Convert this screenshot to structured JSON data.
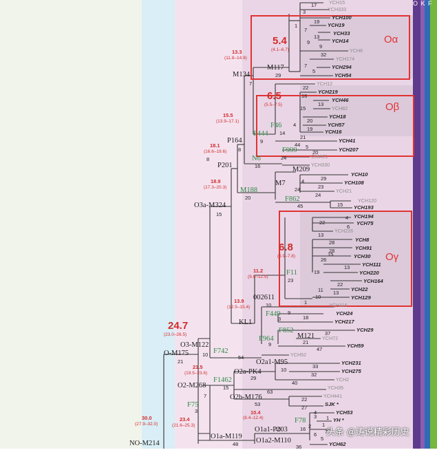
{
  "colors": {
    "page_bg": "#f1f4eb",
    "col_blue": "#d9eef6",
    "col_pink": "#f4e3ef",
    "col_mauve": "#ead5e6",
    "highlight_bg": "#dccadb",
    "line": "#333333",
    "red": "#d22b2b",
    "green": "#2d8a46",
    "stripe_dark_purple": "#5e3a8c",
    "stripe_purple": "#8a5db3",
    "stripe_blue": "#2f6cb5",
    "stripe_green": "#74b83c"
  },
  "top_right_labels": "O K F",
  "highlight_boxes": [
    {
      "label": "Oα",
      "age": "5.4",
      "ci": "(4.1–6.7)"
    },
    {
      "label": "Oβ",
      "age": "6.5",
      "ci": "(5.5–7.5)"
    },
    {
      "label": "Oγ",
      "age": "6.8",
      "ci": "(5.9–7.8)"
    }
  ],
  "nodes": [
    {
      "label": "M117",
      "kind": "black"
    },
    {
      "label": "M134",
      "kind": "black"
    },
    {
      "label": "F444",
      "kind": "green"
    },
    {
      "label": "F46",
      "kind": "green"
    },
    {
      "label": "P164",
      "kind": "black"
    },
    {
      "label": "N6",
      "kind": "green"
    },
    {
      "label": "F999",
      "kind": "green"
    },
    {
      "label": "P201",
      "kind": "black"
    },
    {
      "label": "M209",
      "kind": "black"
    },
    {
      "label": "M7",
      "kind": "black"
    },
    {
      "label": "M188",
      "kind": "green"
    },
    {
      "label": "F862",
      "kind": "green"
    },
    {
      "label": "O3a-M324",
      "kind": "black"
    },
    {
      "label": "F11",
      "kind": "green"
    },
    {
      "label": "002611",
      "kind": "black"
    },
    {
      "label": "F449",
      "kind": "green"
    },
    {
      "label": "KL1",
      "kind": "black"
    },
    {
      "label": "F852",
      "kind": "green"
    },
    {
      "label": "M121",
      "kind": "black"
    },
    {
      "label": "F964",
      "kind": "green"
    },
    {
      "label": "O3-M122",
      "kind": "black"
    },
    {
      "label": "F742",
      "kind": "green"
    },
    {
      "label": "O-M175",
      "kind": "black"
    },
    {
      "label": "O2a1-M95",
      "kind": "black"
    },
    {
      "label": "O2a-PK4",
      "kind": "black"
    },
    {
      "label": "F1462",
      "kind": "green"
    },
    {
      "label": "O2-M268",
      "kind": "black"
    },
    {
      "label": "O2b-M176",
      "kind": "black"
    },
    {
      "label": "F75",
      "kind": "green"
    },
    {
      "label": "O1a-M119",
      "kind": "black"
    },
    {
      "label": "O1a1-P203",
      "kind": "black"
    },
    {
      "label": "F78",
      "kind": "green"
    },
    {
      "label": "O1a2-M110",
      "kind": "black"
    },
    {
      "label": "NO-M214",
      "kind": "black"
    }
  ],
  "ages": [
    {
      "age": "13.3",
      "ci": "(11.8–14.9)"
    },
    {
      "age": "15.5",
      "ci": "(13.9–17.1)"
    },
    {
      "age": "18.1",
      "ci": "(16.6–19.6)"
    },
    {
      "age": "18.9",
      "ci": "(17.3–20.3)"
    },
    {
      "age": "11.2",
      "ci": "(9.8–12.5)"
    },
    {
      "age": "13.9",
      "ci": "(12.5–15.4)"
    },
    {
      "age": "24.7",
      "ci": "(23.0–26.5)"
    },
    {
      "age": "21.5",
      "ci": "(19.5–23.6)"
    },
    {
      "age": "23.4",
      "ci": "(21.6–25.3)"
    },
    {
      "age": "10.4",
      "ci": "(8.4–12.4)"
    },
    {
      "age": "30.0",
      "ci": "(27.9–32.0)"
    }
  ],
  "leaves": [
    {
      "name": "YCH15",
      "style": "gray"
    },
    {
      "name": "YCH333",
      "style": "gray"
    },
    {
      "name": "YCH100",
      "style": "bold"
    },
    {
      "name": "YCH19",
      "style": "bold"
    },
    {
      "name": "YCH33",
      "style": "bold"
    },
    {
      "name": "YCH14",
      "style": "bold"
    },
    {
      "name": "YCH6",
      "style": "gray"
    },
    {
      "name": "YCH174",
      "style": "gray"
    },
    {
      "name": "YCH294",
      "style": "bold"
    },
    {
      "name": "YCH54",
      "style": "bold"
    },
    {
      "name": "YCH12",
      "style": "gray"
    },
    {
      "name": "YCH219",
      "style": "bold"
    },
    {
      "name": "YCH46",
      "style": "bold"
    },
    {
      "name": "YCH82",
      "style": "gray"
    },
    {
      "name": "YCH18",
      "style": "bold"
    },
    {
      "name": "YCH57",
      "style": "bold"
    },
    {
      "name": "YCH16",
      "style": "bold"
    },
    {
      "name": "YCH41",
      "style": "bold"
    },
    {
      "name": "YCH207",
      "style": "bold"
    },
    {
      "name": "GMA01",
      "style": "gray"
    },
    {
      "name": "YCH330",
      "style": "gray"
    },
    {
      "name": "YCH10",
      "style": "bold"
    },
    {
      "name": "YCH108",
      "style": "bold"
    },
    {
      "name": "YCH21",
      "style": "gray"
    },
    {
      "name": "YCH120",
      "style": "gray"
    },
    {
      "name": "YCH193",
      "style": "bold"
    },
    {
      "name": "YCH194",
      "style": "bold"
    },
    {
      "name": "YCH75",
      "style": "bold"
    },
    {
      "name": "YCH226",
      "style": "gray"
    },
    {
      "name": "YCH8",
      "style": "bold"
    },
    {
      "name": "YCH91",
      "style": "bold"
    },
    {
      "name": "YCH30",
      "style": "bold"
    },
    {
      "name": "YCH111",
      "style": "bold"
    },
    {
      "name": "YCH220",
      "style": "bold"
    },
    {
      "name": "YCH164",
      "style": "bold"
    },
    {
      "name": "YCH22",
      "style": "bold"
    },
    {
      "name": "YCH129",
      "style": "bold"
    },
    {
      "name": "YCH116",
      "style": "gray"
    },
    {
      "name": "YCH24",
      "style": "bold"
    },
    {
      "name": "YCH217",
      "style": "bold"
    },
    {
      "name": "YCH29",
      "style": "bold"
    },
    {
      "name": "YCH72",
      "style": "gray"
    },
    {
      "name": "YCH59",
      "style": "bold"
    },
    {
      "name": "YCH52",
      "style": "gray"
    },
    {
      "name": "YCH231",
      "style": "bold"
    },
    {
      "name": "YCH275",
      "style": "bold"
    },
    {
      "name": "YCH2",
      "style": "gray"
    },
    {
      "name": "YCH35",
      "style": "gray"
    },
    {
      "name": "YCH441",
      "style": "gray"
    },
    {
      "name": "SJK *",
      "style": "bold"
    },
    {
      "name": "YCH53",
      "style": "bold"
    },
    {
      "name": "YH *",
      "style": "bold"
    },
    {
      "name": "YCH62",
      "style": "bold"
    }
  ],
  "branch_lengths": [
    "17",
    "3",
    "1",
    "19",
    "7",
    "13",
    "9",
    "9",
    "32",
    "7",
    "5",
    "29",
    "7",
    "22",
    "16",
    "13",
    "15",
    "20",
    "4",
    "19",
    "21",
    "14",
    "44",
    "9",
    "5",
    "20",
    "24",
    "8",
    "16",
    "29",
    "4",
    "23",
    "24",
    "24",
    "20",
    "15",
    "45",
    "15",
    "22",
    "4",
    "6",
    "13",
    "28",
    "28",
    "15",
    "26",
    "13",
    "19",
    "22",
    "11",
    "10",
    "13",
    "23",
    "1",
    "10",
    "9",
    "18",
    "3",
    "37",
    "21",
    "9",
    "47",
    "54",
    "10",
    "21",
    "33",
    "10",
    "32",
    "29",
    "40",
    "15",
    "63",
    "22",
    "7",
    "53",
    "27",
    "3",
    "16",
    "15",
    "6",
    "48",
    "36",
    "8",
    "3",
    "4",
    "2",
    "1",
    "1",
    "7",
    "5"
  ],
  "watermark": "头条 @涛说精彩历史"
}
